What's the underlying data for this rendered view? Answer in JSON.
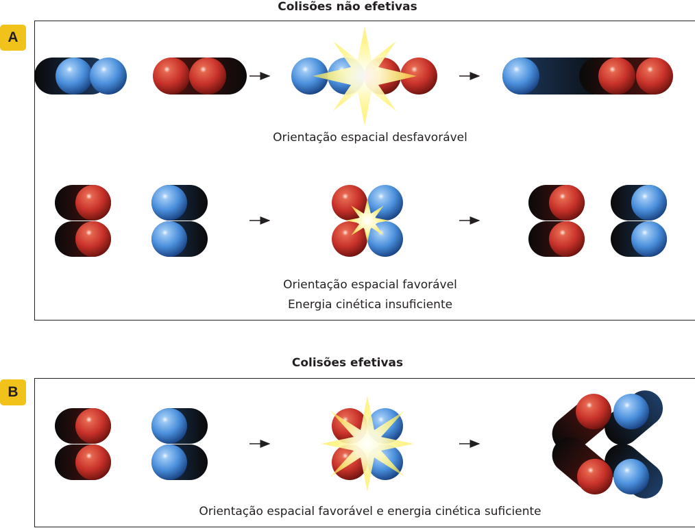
{
  "colors": {
    "red_molecule": "#c8322a",
    "blue_molecule": "#4a8fdc",
    "badge": "#f1c31a",
    "flash": "#fff27a"
  },
  "section_a": {
    "badge": "A",
    "title": "Colisões não efetivas",
    "row1_caption": "Orientação espacial desfavorável",
    "row2_caption_line1": "Orientação espacial favorável",
    "row2_caption_line2": "Energia cinética insuficiente"
  },
  "section_b": {
    "badge": "B",
    "title": "Colisões efetivas",
    "caption": "Orientação espacial favorável e energia cinética suficiente"
  },
  "icons": [
    "arrow-right-icon",
    "collision-flash-icon",
    "red-atom-icon",
    "blue-atom-icon"
  ]
}
